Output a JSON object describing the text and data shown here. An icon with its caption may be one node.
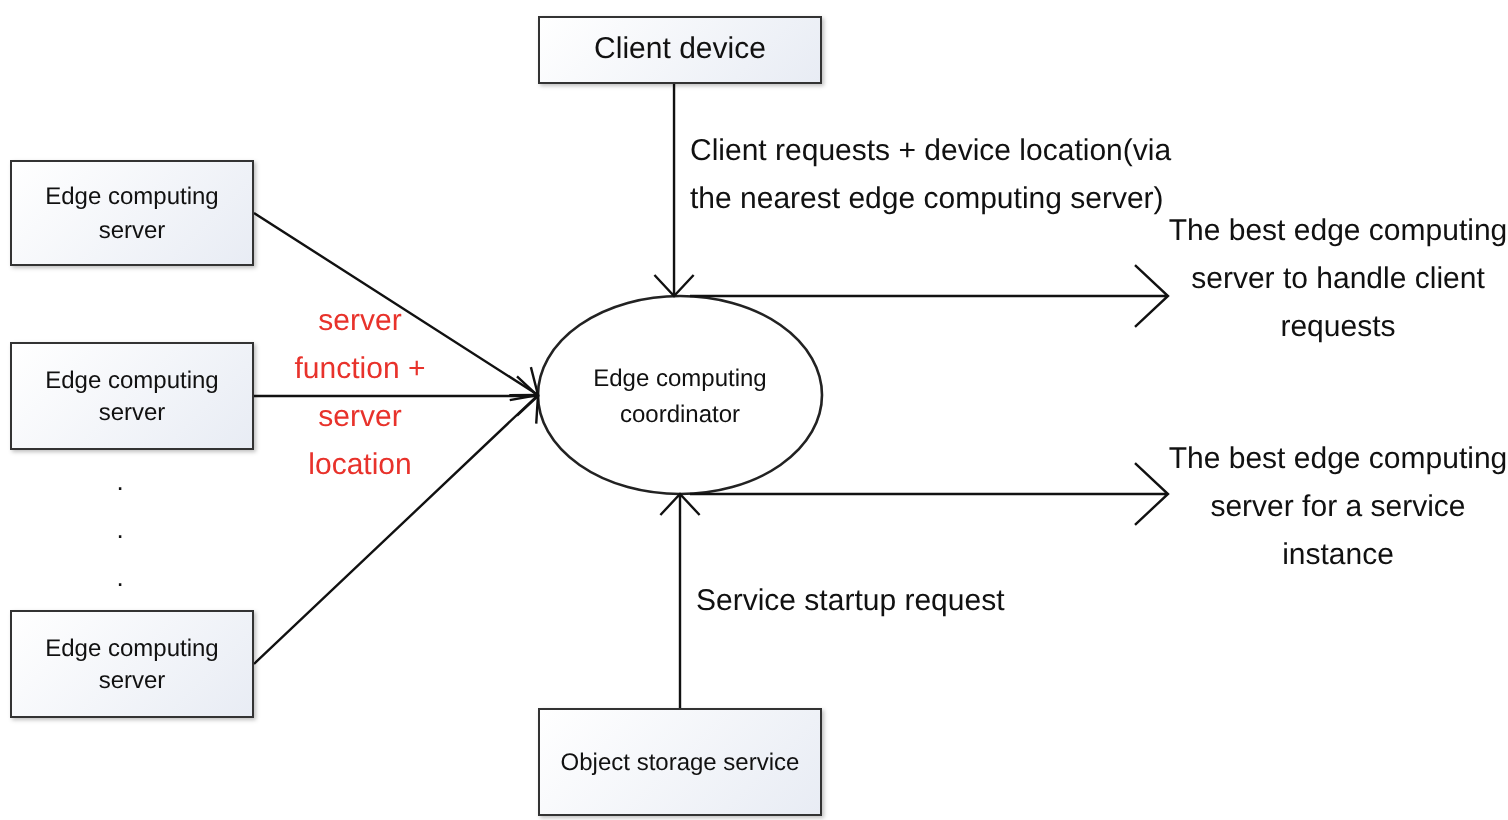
{
  "diagram": {
    "nodes": [
      {
        "text": [
          "Client device"
        ]
      },
      {
        "text": [
          "Edge computing server"
        ]
      },
      {
        "text": [
          "Edge computing server"
        ]
      },
      {
        "text": [
          "Edge computing server"
        ]
      },
      {
        "text": [
          "Edge computing coordinator"
        ]
      },
      {
        "text": [
          "Object storage service"
        ]
      },
      {
        "text": [
          "The best edge computing server to handle client requests"
        ]
      },
      {
        "text": [
          "The best edge computing server for a service instance"
        ]
      }
    ],
    "edges": [
      {
        "from": 0,
        "to": 4,
        "arrow": "to",
        "label": "Client requests + device location(via the nearest edge computing server)"
      },
      {
        "from": 1,
        "to": 4,
        "arrow": "to"
      },
      {
        "from": 2,
        "to": 4,
        "arrow": "to"
      },
      {
        "from": 3,
        "to": 4,
        "arrow": "to"
      },
      {
        "from": 5,
        "to": 4,
        "arrow": "to",
        "label": "Service startup request"
      },
      {
        "from": 4,
        "to": 6,
        "arrow": "to"
      },
      {
        "from": 4,
        "to": 7,
        "arrow": "to"
      }
    ],
    "labels": [
      "server function + server location",
      ".",
      ".",
      "."
    ]
  }
}
